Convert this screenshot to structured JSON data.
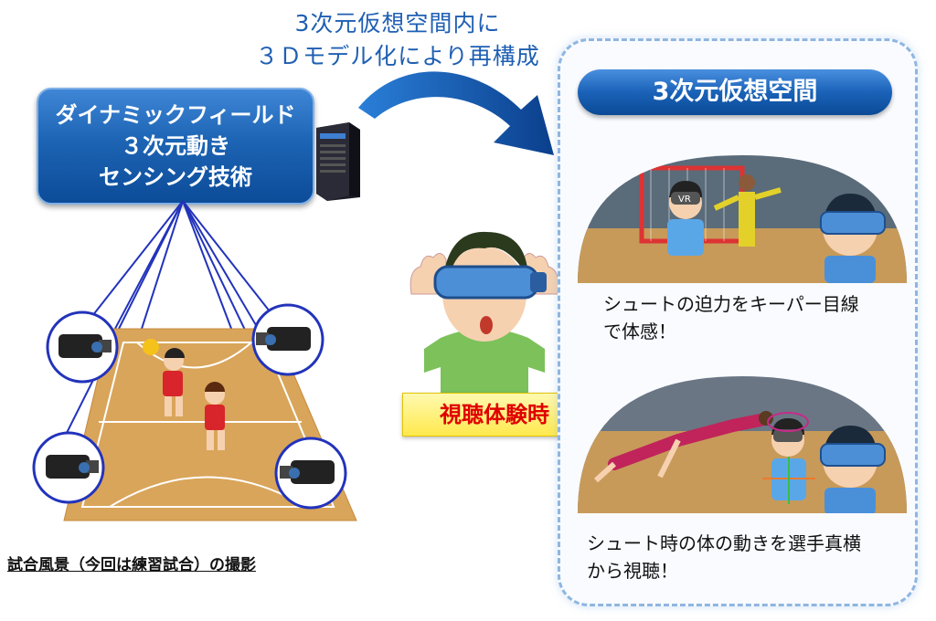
{
  "top_caption": {
    "line1": "3次元仮想空間内に",
    "line2": "３Ｄモデル化により再構成"
  },
  "tech_box": {
    "line1": "ダイナミックフィールド",
    "line2": "３次元動き",
    "line3": "センシング技術"
  },
  "virtual_space": {
    "title": "3次元仮想空間",
    "scene1_caption_line1": "シュートの迫力をキーパー目線",
    "scene1_caption_line2": "で体感！",
    "scene2_caption_line1": "シュート時の体の動きを選手真横",
    "scene2_caption_line2": "から視聴！",
    "goggle_label": "VR"
  },
  "viewing_badge": "視聴体験時",
  "bottom_caption": "試合風景（今回は練習試合）の撮影",
  "colors": {
    "brand_blue": "#1a62b8",
    "caption_blue": "#1f5fb3",
    "badge_red": "#e00000",
    "badge_yellow": "#ffe94d",
    "court_wood": "#d9a55a"
  }
}
